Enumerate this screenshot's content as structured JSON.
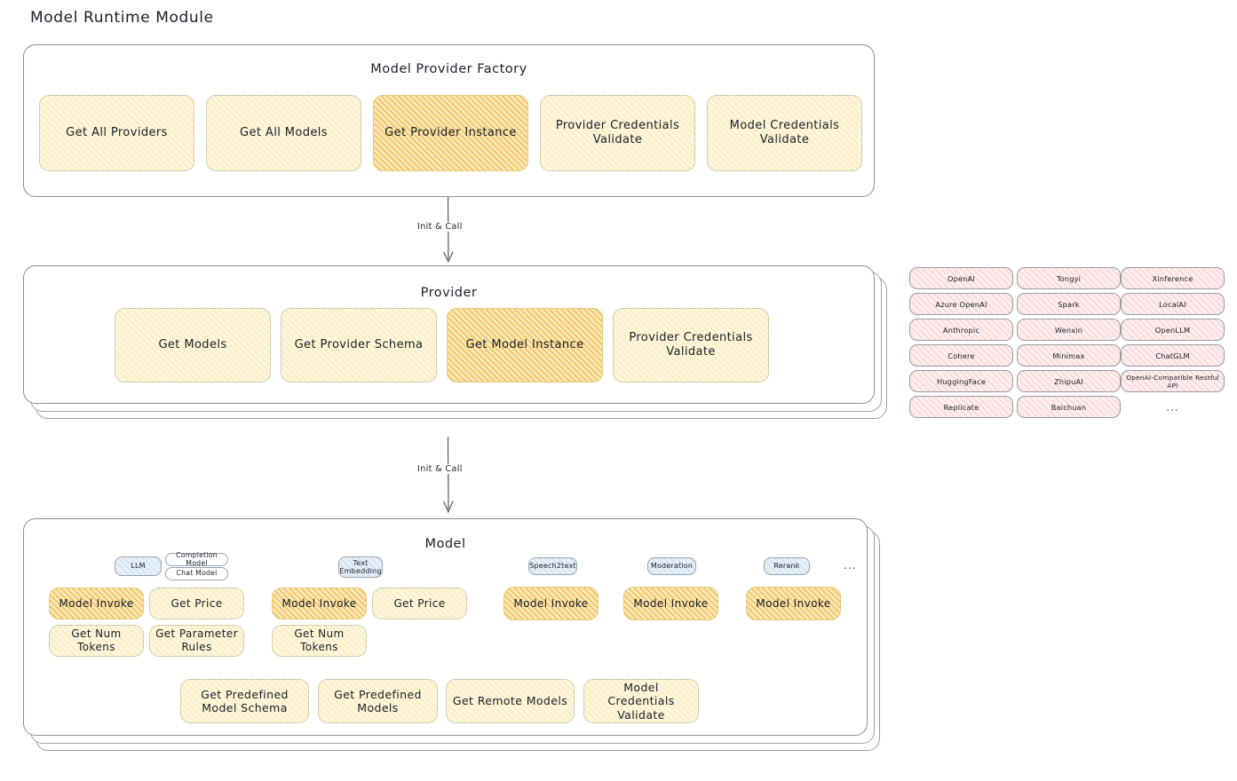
{
  "page": {
    "title": "Model Runtime Module"
  },
  "factory": {
    "title": "Model Provider Factory",
    "items": [
      {
        "label": "Get All Providers",
        "highlight": false
      },
      {
        "label": "Get All Models",
        "highlight": false
      },
      {
        "label": "Get Provider Instance",
        "highlight": true
      },
      {
        "label": "Provider Credentials Validate",
        "highlight": false
      },
      {
        "label": "Model Credentials Validate",
        "highlight": false
      }
    ]
  },
  "arrow_factory_to_provider": {
    "label": "Init & Call"
  },
  "provider": {
    "title": "Provider",
    "items": [
      {
        "label": "Get Models",
        "highlight": false
      },
      {
        "label": "Get Provider Schema",
        "highlight": false
      },
      {
        "label": "Get Model Instance",
        "highlight": true
      },
      {
        "label": "Provider Credentials Validate",
        "highlight": false
      }
    ]
  },
  "arrow_provider_to_model": {
    "label": "Init & Call"
  },
  "provider_list": {
    "columns": [
      {
        "items": [
          "OpenAI",
          "Azure OpenAI",
          "Anthropic",
          "Cohere",
          "HuggingFace",
          "Replicate"
        ]
      },
      {
        "items": [
          "Tongyi",
          "Spark",
          "Wenxin",
          "Minimax",
          "ZhipuAI",
          "Baichuan"
        ]
      },
      {
        "items": [
          "Xinference",
          "LocalAI",
          "OpenLLM",
          "ChatGLM",
          "OpenAI-Compatible Restful API"
        ]
      }
    ],
    "more": "..."
  },
  "model": {
    "title": "Model",
    "more": "...",
    "types": [
      {
        "badge": "LLM",
        "subbadges": [
          "Completion Model",
          "Chat Model"
        ],
        "methods": [
          {
            "label": "Model Invoke",
            "highlight": true
          },
          {
            "label": "Get Price",
            "highlight": false
          },
          {
            "label": "Get Num Tokens",
            "highlight": false
          },
          {
            "label": "Get Parameter Rules",
            "highlight": false
          }
        ]
      },
      {
        "badge": "Text Embedding",
        "subbadges": [],
        "methods": [
          {
            "label": "Model Invoke",
            "highlight": true
          },
          {
            "label": "Get Price",
            "highlight": false
          },
          {
            "label": "Get Num Tokens",
            "highlight": false
          }
        ]
      },
      {
        "badge": "Speech2text",
        "subbadges": [],
        "methods": [
          {
            "label": "Model Invoke",
            "highlight": true
          }
        ]
      },
      {
        "badge": "Moderation",
        "subbadges": [],
        "methods": [
          {
            "label": "Model Invoke",
            "highlight": true
          }
        ]
      },
      {
        "badge": "Rerank",
        "subbadges": [],
        "methods": [
          {
            "label": "Model Invoke",
            "highlight": true
          }
        ]
      }
    ],
    "shared_methods": [
      {
        "label": "Get Predefined Model Schema"
      },
      {
        "label": "Get Predefined Models"
      },
      {
        "label": "Get Remote Models"
      },
      {
        "label": "Model Credentials Validate"
      }
    ]
  },
  "colors": {
    "box_fill": "#fdf6dd",
    "box_highlight_fill": "#fbe7b4",
    "pill_fill": "#fdeeee",
    "badge_fill": "#e6f0f8",
    "card_border": "#8a8f99",
    "text": "#1b1f27"
  }
}
